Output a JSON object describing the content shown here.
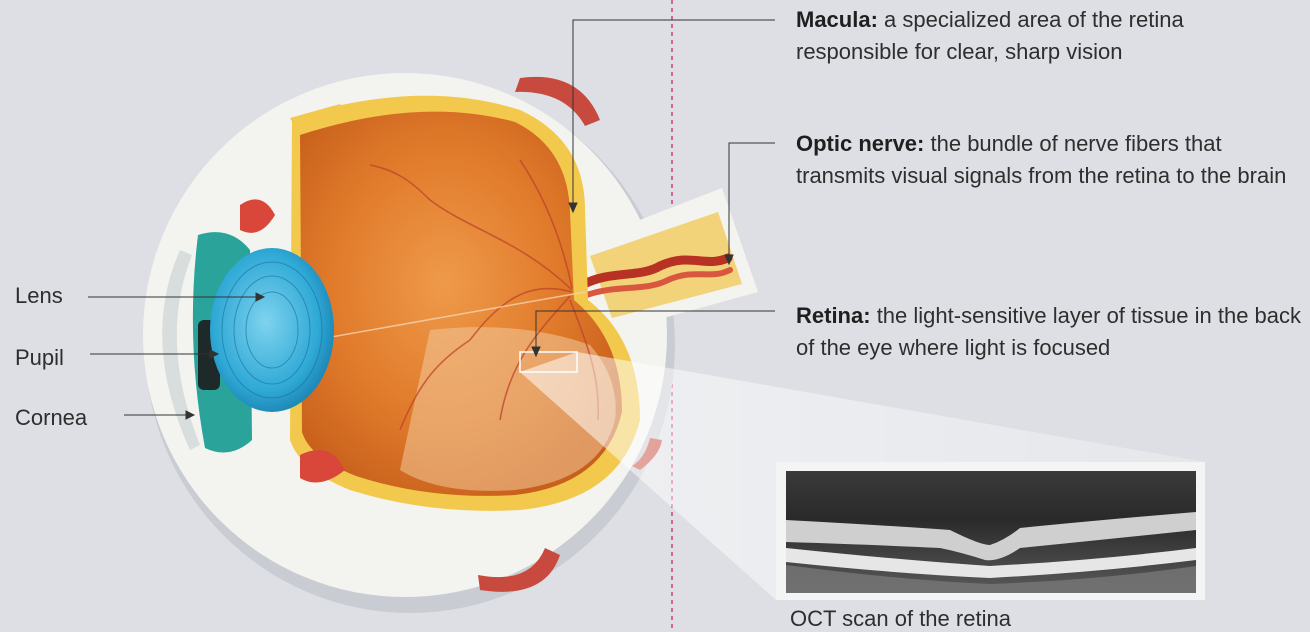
{
  "labels": {
    "macula": {
      "term": "Macula:",
      "desc": "a specialized area of the retina responsible for clear, sharp vision"
    },
    "optic_nerve": {
      "term": "Optic nerve:",
      "desc": "the bundle of nerve fibers that transmits visual signals from the retina to the brain"
    },
    "retina": {
      "term": "Retina:",
      "desc": "the light-sensitive layer of tissue in the back of the eye where light is focused"
    },
    "lens": "Lens",
    "pupil": "Pupil",
    "cornea": "Cornea"
  },
  "oct_caption": "OCT scan of the retina",
  "colors": {
    "background": "#dddfe4",
    "vitreous": "#e07a2a",
    "retina_layer": "#f2c94c",
    "sclera": "#f2f2ee",
    "lens": "#2fa9d6",
    "iris": "#2aa39a",
    "vessel": "#c0392b",
    "divider": "#d63a7a"
  }
}
